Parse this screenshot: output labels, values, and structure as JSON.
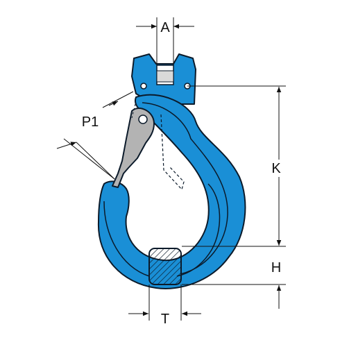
{
  "labels": {
    "a": "A",
    "p1": "P1",
    "k": "K",
    "h": "H",
    "t": "T"
  },
  "colors": {
    "hook_blue": "#1a8fd6",
    "hook_outline": "#0b1a2a",
    "latch_gray": "#b3b3b3",
    "pin_gray": "#d9d9d9",
    "line": "#111111"
  }
}
